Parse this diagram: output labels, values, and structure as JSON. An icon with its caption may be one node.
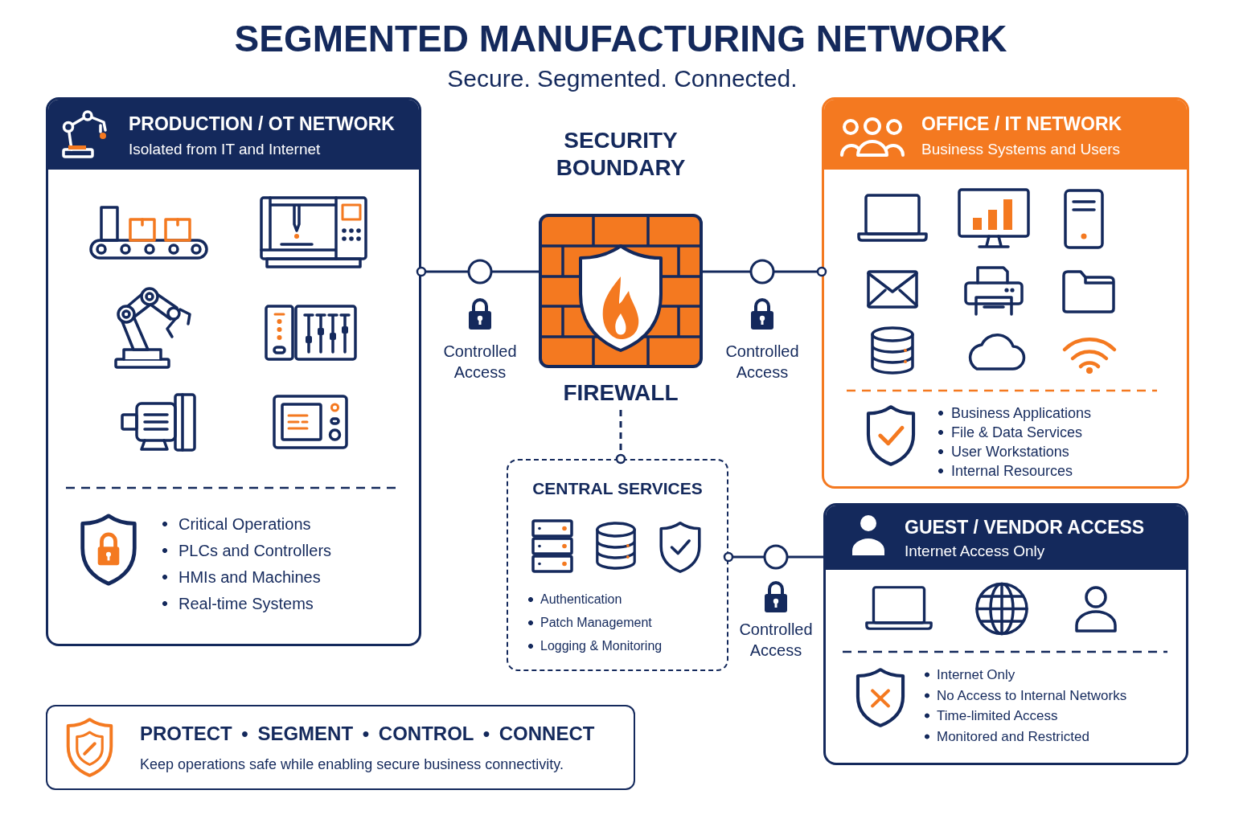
{
  "diagram": {
    "title": "SEGMENTED MANUFACTURING NETWORK",
    "nodes": [
      {
        "text": [
          "PRODUCTION / OT NETWORK",
          "Isolated from IT and Internet",
          "Critical Operations",
          "PLCs and Controllers",
          "HMIs and Machines",
          "Real-time Systems"
        ]
      },
      {
        "text": [
          "FIREWALL"
        ],
        "beside": [
          "SECURITY BOUNDARY"
        ]
      },
      {
        "text": [
          "OFFICE / IT NETWORK",
          "Business Systems and Users",
          "Business Applications",
          "File & Data Services",
          "User Workstations",
          "Internal Resources"
        ]
      },
      {
        "text": [
          "CENTRAL SERVICES",
          "Authentication",
          "Patch Management",
          "Logging & Monitoring"
        ]
      },
      {
        "text": [
          "GUEST / VENDOR ACCESS",
          "Internet Access Only",
          "Internet Only",
          "No Access to Internal Networks",
          "Time-limited Access",
          "Monitored and Restricted"
        ]
      },
      {
        "text": [
          "PROTECT • SEGMENT • CONTROL • CONNECT",
          "Keep operations safe while enabling secure business connectivity."
        ]
      }
    ],
    "edges": [
      {
        "from": 1,
        "to": 0,
        "arrow": "other",
        "label": "Controlled Access"
      },
      {
        "from": 1,
        "to": 2,
        "arrow": "other",
        "label": "Controlled Access"
      },
      {
        "from": 1,
        "to": 3,
        "arrow": "other",
        "style": "dashed"
      },
      {
        "from": 4,
        "to": 3,
        "arrow": "other",
        "label": "Controlled Access"
      }
    ],
    "labels": [
      "Secure. Segmented. Connected."
    ]
  }
}
